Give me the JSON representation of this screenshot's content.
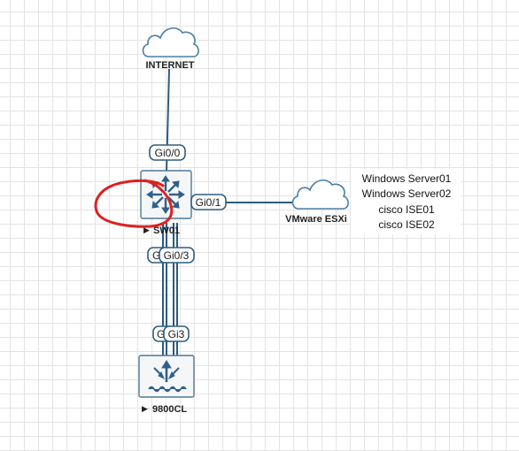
{
  "nodes": {
    "internet": {
      "label": "INTERNET"
    },
    "esxi": {
      "label": "VMware ESXi"
    },
    "sw01": {
      "label": "SW01",
      "marker": "▶"
    },
    "wlc": {
      "label": "9800CL",
      "marker": "▶"
    }
  },
  "ports": {
    "sw01_gi0_0": "Gi0/0",
    "sw01_gi0_1": "Gi0/1",
    "sw01_gi0_2": "G",
    "sw01_gi0_3": "Gi0/3",
    "wlc_gi2": "G",
    "wlc_gi3": "Gi3"
  },
  "esxi_vms": [
    "Windows Server01",
    "Windows Server02",
    "cisco ISE01",
    "cisco ISE02"
  ],
  "colors": {
    "link": "#2b5b80",
    "annotation": "#e02020",
    "icon": "#2f5f8a"
  }
}
